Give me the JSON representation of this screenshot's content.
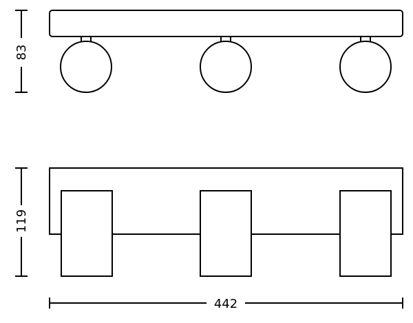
{
  "dimensions": {
    "depth": "83",
    "height": "119",
    "width": "442"
  },
  "colors": {
    "stroke": "#000000",
    "background": "#ffffff"
  }
}
